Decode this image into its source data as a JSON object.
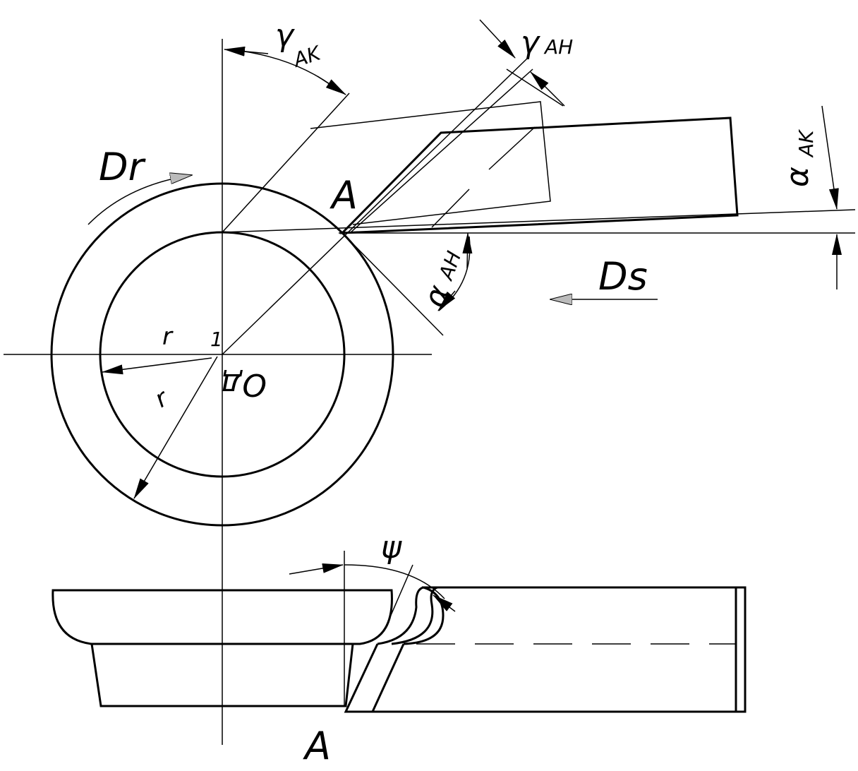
{
  "labels": {
    "gamma": "γ",
    "gamma_ak_sub": "AK",
    "gamma_ah_sub": "AH",
    "alpha": "α",
    "alpha_ak_sub": "AK",
    "alpha_ah_sub": "AH",
    "point_a_top": "A",
    "point_a_bottom": "A",
    "dr": "Dr",
    "ds": "Ds",
    "r_inner": "r",
    "r_outer": "r",
    "one": "1",
    "od": "Oд",
    "psi": "ψ"
  }
}
